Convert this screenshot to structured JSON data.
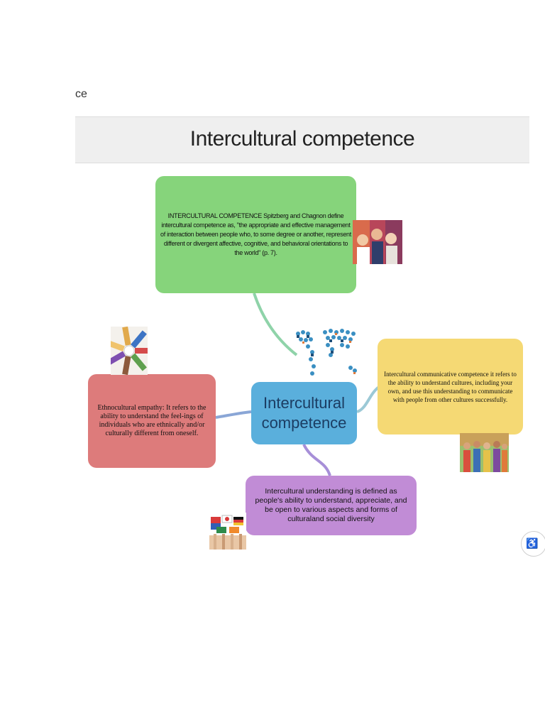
{
  "breadcrumb": "ce",
  "header": {
    "title": "Intercultural competence"
  },
  "mindmap": {
    "center": "Intercultural competence",
    "nodes": {
      "definition": "INTERCULTURAL COMPETENCE Spitzberg and Chagnon define intercultural competence as, \"the appropriate and effective management of interaction between people who, to some degree or another, represent different or divergent affective, cognitive, and behavioral orientations to the world\" (p. 7).",
      "communicative": "Intercultural communicative competence it refers to the ability to understand cultures, including your own, and use this understanding to communicate with people from other cultures successfully.",
      "empathy": "Ethnocultural empathy: It refers to the ability to understand the feel-ings of individuals who are ethnically and/or culturally different from oneself.",
      "understanding": "Intercultural understanding is defined as people's ability to understand, appreciate, and be open to various aspects and forms of culturaland social diversity"
    }
  },
  "colors": {
    "green": "#86d47b",
    "yellow": "#f5d974",
    "red": "#dd7b7b",
    "purple": "#c18cd6",
    "blue": "#5aafdc"
  },
  "icons": {
    "world_map": "world-map-people-icon",
    "edge_button": "accessibility-icon"
  }
}
